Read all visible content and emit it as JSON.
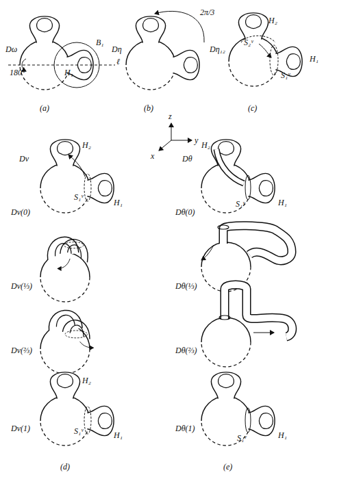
{
  "diagram": {
    "labels": [
      "Dω",
      "180°",
      "B₁",
      "H₁",
      "ℓ",
      "(a)",
      "Dη",
      "2π/3",
      "(b)",
      "Dη₁₂",
      "H₂",
      "H₁",
      "S₂ᵛ",
      "S₁ᵛ",
      "(c)",
      "z",
      "x",
      "y",
      "Dν",
      "H₂",
      "S₁ᵛ",
      "H₁",
      "Dν(0)",
      "Dν(⅓)",
      "Dν(⅔)",
      "H₂",
      "S₁ᵛ",
      "H₁",
      "Dν(1)",
      "(d)",
      "Dθ",
      "H₂",
      "S₁ᵛ",
      "H₁",
      "Dθ(0)",
      "Dθ(⅓)",
      "Dθ(⅔)",
      "Dθ(1)",
      "S₁ᵛ",
      "H₁",
      "(e)"
    ]
  }
}
